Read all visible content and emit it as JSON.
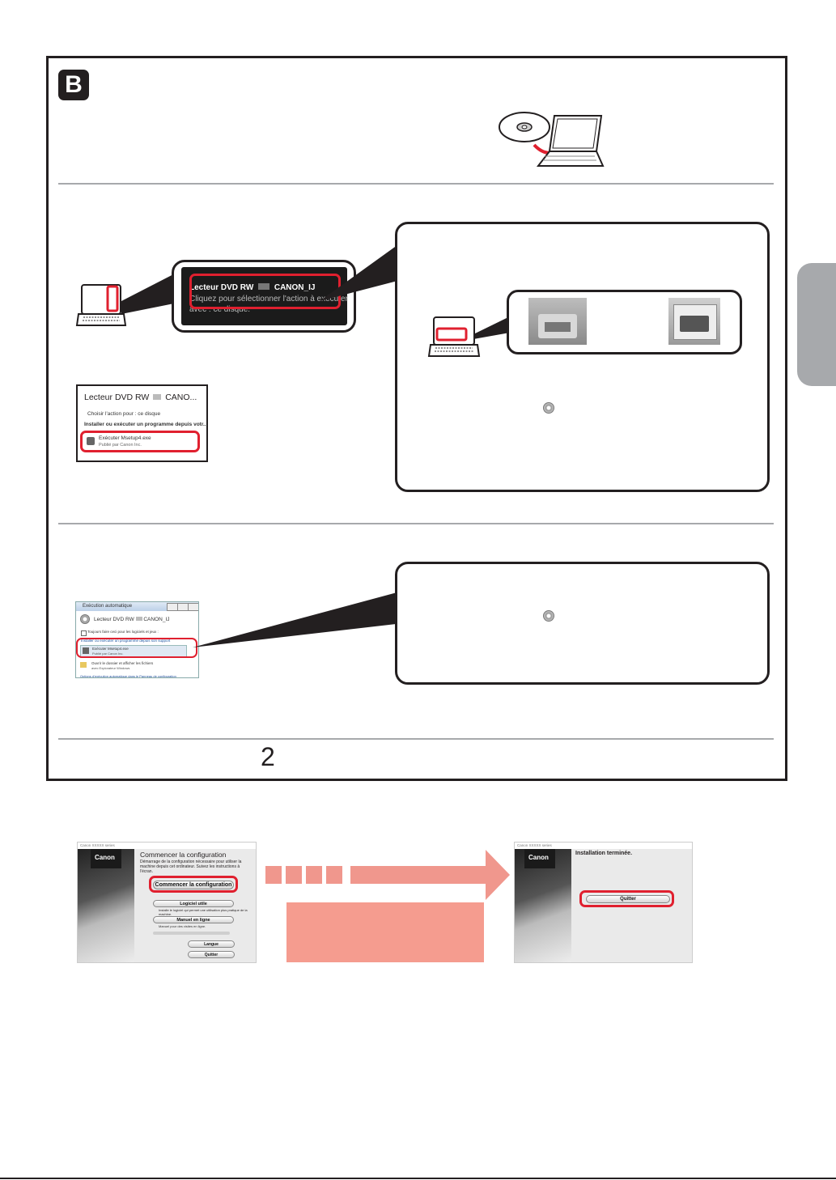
{
  "badge": "B",
  "step_number": "2",
  "popup": {
    "title": "Lecteur DVD RW",
    "title_drive": "CANON_IJ",
    "line1": "Cliquez pour sélectionner l'action à exécuter",
    "line2": "avec : ce disque."
  },
  "dialog": {
    "title": "Lecteur DVD RW",
    "title_drive": "CANO...",
    "choose": "Choisir l'action pour : ce disque",
    "install": "Installer ou exécuter un programme depuis votr...",
    "run": "Exécuter Msetup4.exe",
    "publisher": "Publié par Canon Inc."
  },
  "autoplay": {
    "title": "Exécution automatique",
    "drive": "Lecteur DVD RW",
    "drive_name": "CANON_IJ",
    "always": "Toujours faire ceci pour les logiciels et jeux :",
    "install_group": "Installer ou exécuter un programme depuis son support",
    "run": "Exécuter Msetup4.exe",
    "publisher": "Publié par Canon Inc.",
    "open": "Ouvrir le dossier et afficher les fichiers",
    "open_sub": "avec Explorateur Windows",
    "more": "Options d'exécution automatique dans le Panneau de configuration"
  },
  "setup_left": {
    "brand": "Canon",
    "header": "Canon XXXXX series",
    "title": "Commencer la configuration",
    "desc": "Démarrage de la configuration nécessaire pour utiliser la machine depuis cet ordinateur. Suivez les instructions à l'écran.",
    "start_button": "Commencer la configuration",
    "software_button": "Logiciel utile",
    "software_desc": "Installe le logiciel qui permet une utilisation plus pratique de la machine.",
    "manual_button": "Manuel en ligne",
    "manual_desc": "Manuel pour des visites en ligne.",
    "language_button": "Langue",
    "quit_button": "Quitter"
  },
  "setup_right": {
    "brand": "Canon",
    "header": "Canon XXXXX series",
    "title": "Installation terminée.",
    "quit_button": "Quitter"
  },
  "colors": {
    "accent_red": "#e0202f",
    "salmon": "#f59c8f",
    "frame": "#231f20",
    "divider": "#a7a9ac"
  }
}
